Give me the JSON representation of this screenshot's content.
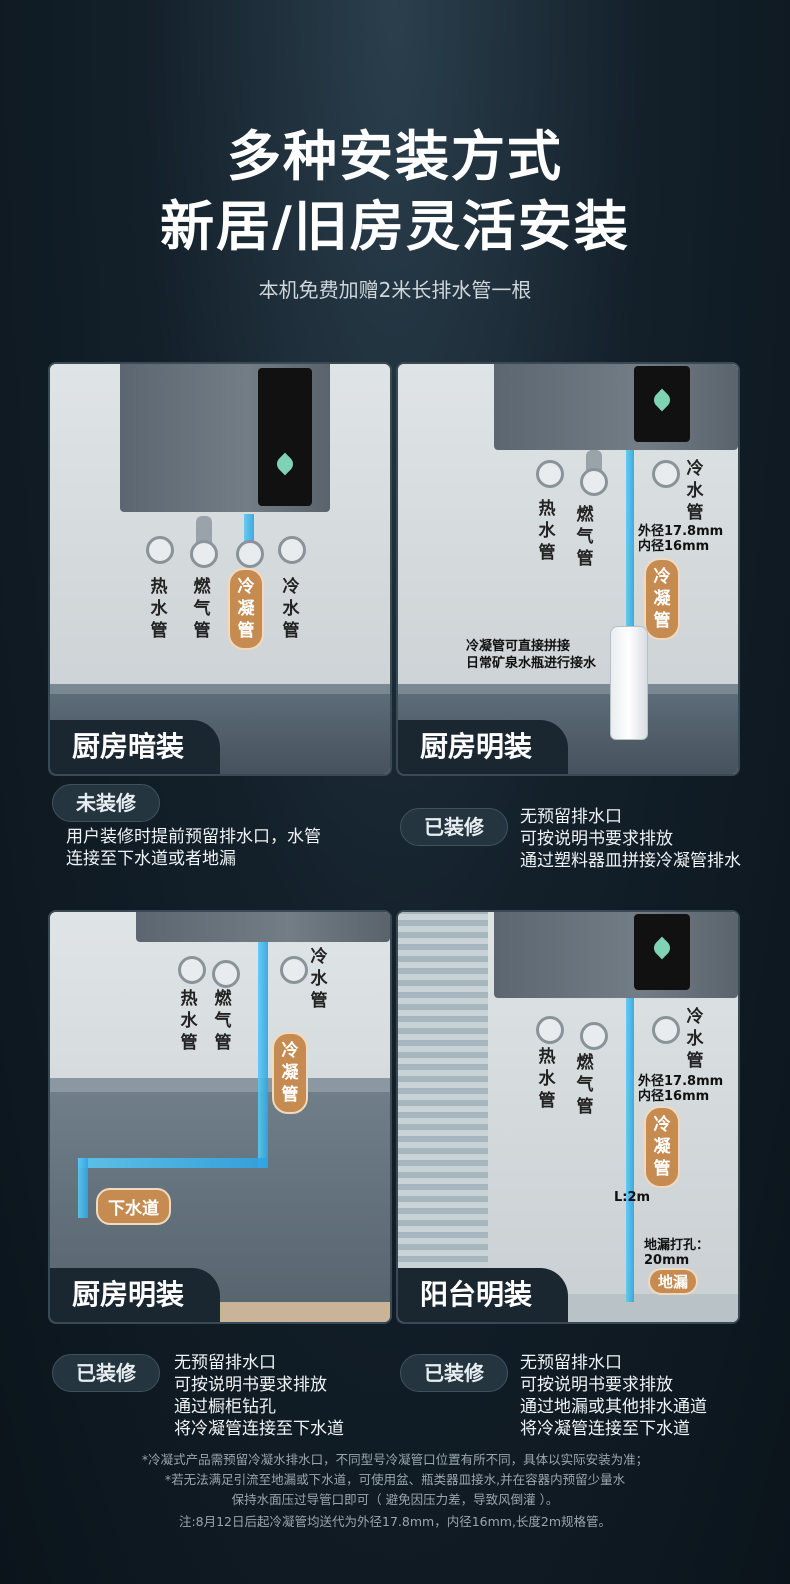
{
  "hero": {
    "title_line1": "多种安装方式",
    "title_line2": "新居/旧房灵活安装",
    "subtitle": "本机免费加赠2米长排水管一根"
  },
  "panels": [
    {
      "name": "厨房暗装",
      "labels": {
        "hot": "热水管",
        "gas": "燃气管",
        "cond": "冷凝管",
        "cold": "冷水管"
      },
      "status": "未装修",
      "desc": [
        "用户装修时提前预留排水口，水管",
        "连接至下水道或者地漏"
      ]
    },
    {
      "name": "厨房明装",
      "labels": {
        "hot": "热水管",
        "gas": "燃气管",
        "cond": "冷凝管",
        "cold": "冷水管"
      },
      "dim_outer": "外径17.8mm",
      "dim_inner": "内径16mm",
      "bottle_note": [
        "冷凝管可直接拼接",
        "日常矿泉水瓶进行接水"
      ],
      "status": "已装修",
      "desc": [
        "无预留排水口",
        "可按说明书要求排放",
        "通过塑料器皿拼接冷凝管排水"
      ]
    },
    {
      "name": "厨房明装",
      "labels": {
        "hot": "热水管",
        "gas": "燃气管",
        "cond": "冷凝管",
        "cold": "冷水管"
      },
      "drain": "下水道",
      "status": "已装修",
      "desc": [
        "无预留排水口",
        "可按说明书要求排放",
        "通过橱柜钻孔",
        "将冷凝管连接至下水道"
      ]
    },
    {
      "name": "阳台明装",
      "labels": {
        "hot": "热水管",
        "gas": "燃气管",
        "cond": "冷凝管",
        "cold": "冷水管"
      },
      "dim_outer": "外径17.8mm",
      "dim_inner": "内径16mm",
      "length": "L:2m",
      "hole": [
        "地漏打孔：",
        "20mm"
      ],
      "floor_drain": "地漏",
      "status": "已装修",
      "desc": [
        "无预留排水口",
        "可按说明书要求排放",
        "通过地漏或其他排水通道",
        "将冷凝管连接至下水道"
      ]
    }
  ],
  "footnotes": [
    "*冷凝式产品需预留冷凝水排水口，不同型号冷凝管口位置有所不同，具体以实际安装为准；",
    "*若无法满足引流至地漏或下水道，可使用盆、瓶类器皿接水,并在容器内预留少量水",
    "保持水面压过导管口即可（ 避免因压力差，导致风倒灌 ）。",
    "注:8月12日后起冷凝管均送代为外径17.8mm，内径16mm,长度2m规格管。"
  ],
  "colors": {
    "accent": "#c58b50",
    "pipe_blue": "#2fa3e3",
    "dark_tag": "#1a2630"
  }
}
